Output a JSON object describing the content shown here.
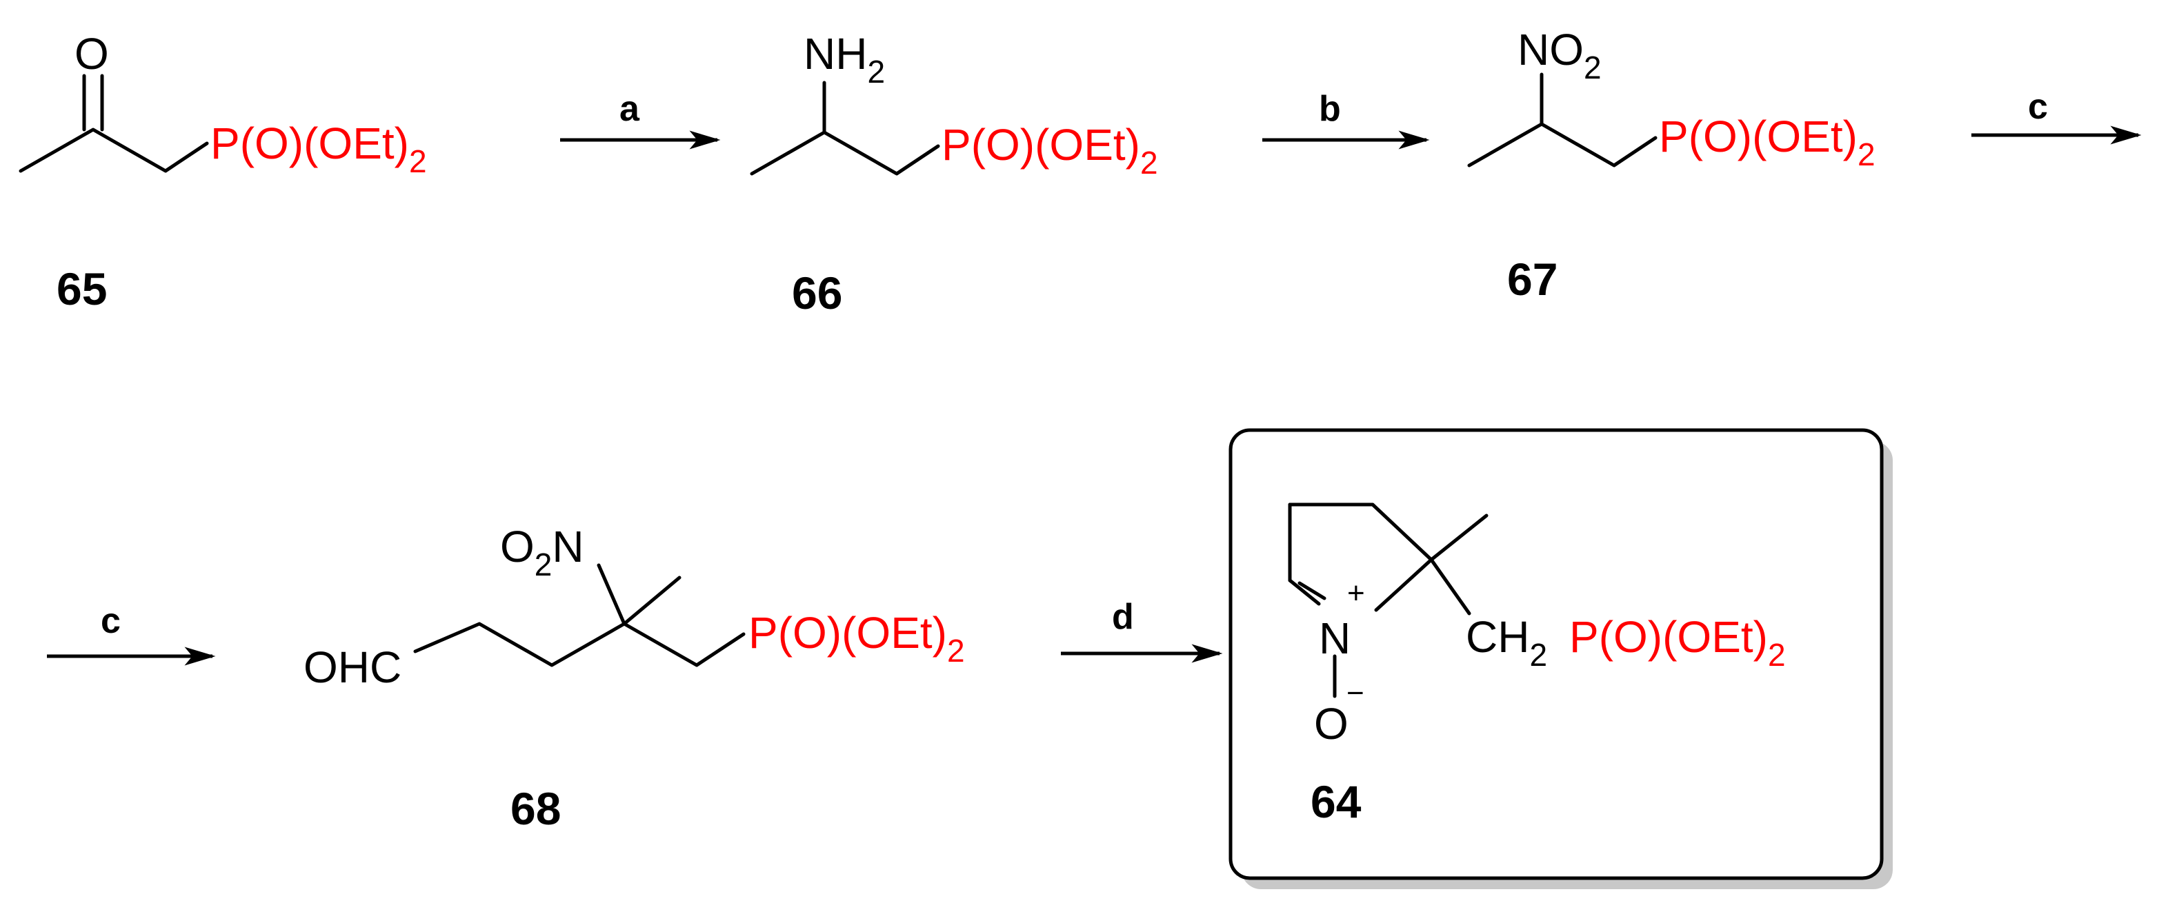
{
  "labels": {
    "p_group": "P(O)(OEt)",
    "p_sub": "2",
    "oxygen": "O",
    "nitrogen": "N",
    "hydrogen": "H",
    "amine_sub": "2",
    "nitro_o": "O",
    "nitro_sub": "2",
    "aldehyde": "OHC",
    "ch": "CH",
    "ch_sub": "2",
    "plus": "+",
    "minus": "−"
  },
  "compounds": [
    "65",
    "66",
    "67",
    "68",
    "64"
  ],
  "reagents": [
    "a",
    "b",
    "c",
    "c",
    "d"
  ],
  "colors": {
    "phosphonate": "#ff0000",
    "bond": "#000000",
    "box_shadow": "#c8c8c8"
  }
}
